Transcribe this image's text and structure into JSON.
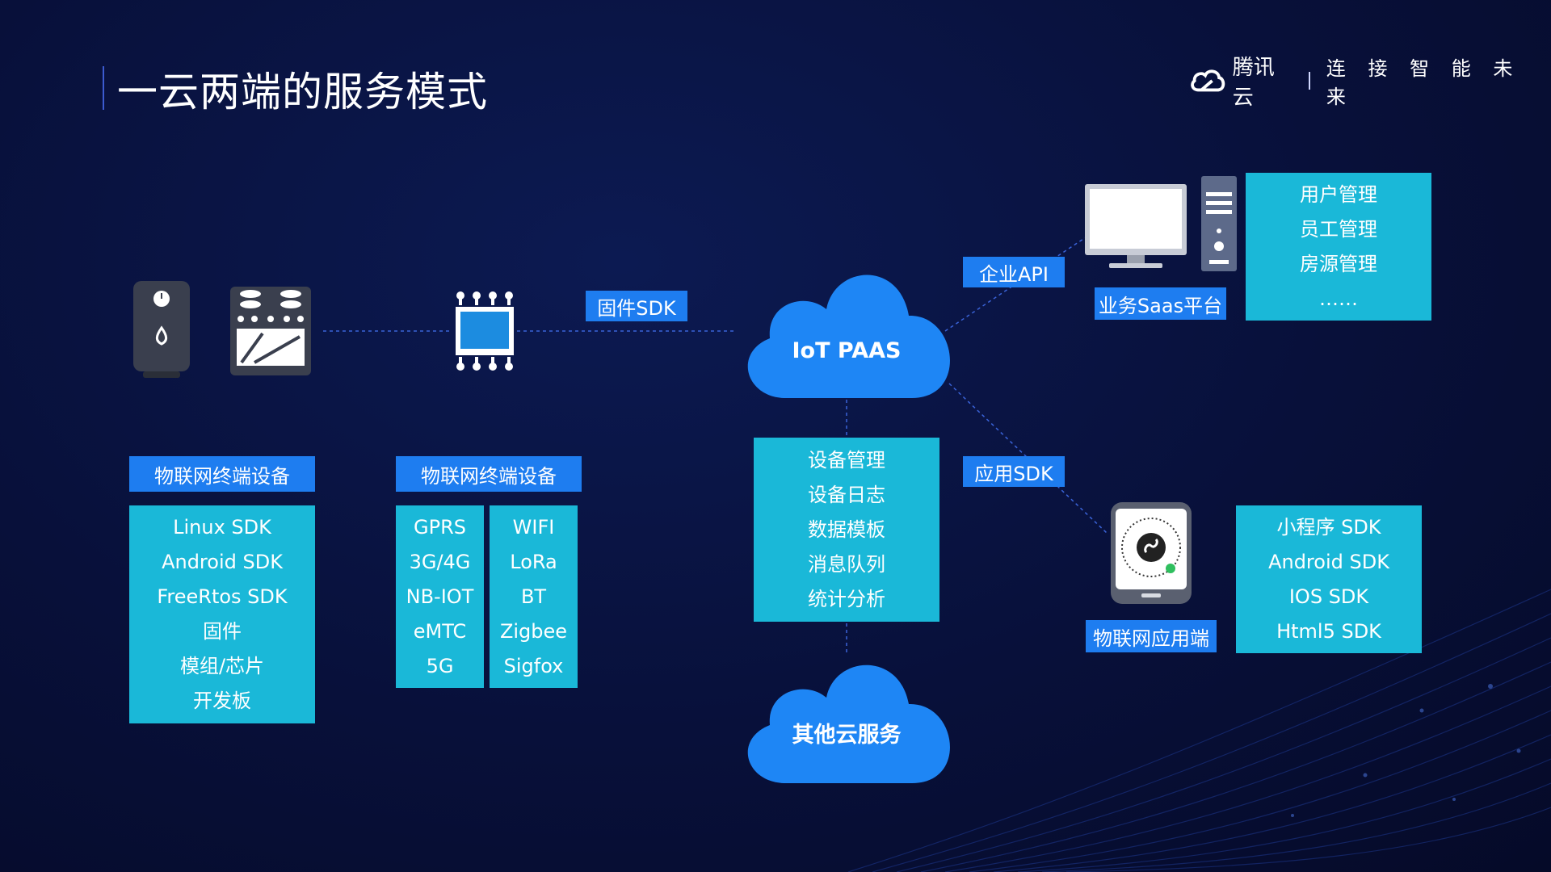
{
  "header": {
    "title": "一云两端的服务模式",
    "logo_text": "腾讯云",
    "slogan": "连 接 智 能 未 来"
  },
  "colors": {
    "label_bg": "#1e7df0",
    "panel_bg": "#1ab8d8",
    "cloud": "#1e86f5",
    "background": "#08103a"
  },
  "icons": [
    "water-heater-icon",
    "oven-icon",
    "chip-icon",
    "monitor-icon",
    "server-icon",
    "miniapp-phone-icon"
  ],
  "labels": {
    "firmware_sdk": "固件SDK",
    "enterprise_api": "企业API",
    "saas": "业务Saas平台",
    "app_sdk": "应用SDK",
    "iot_app": "物联网应用端",
    "device_title_1": "物联网终端设备",
    "device_title_2": "物联网终端设备"
  },
  "clouds": {
    "main": "IoT PAAS",
    "other": "其他云服务"
  },
  "panels": {
    "device_sdks": [
      "Linux SDK",
      "Android SDK",
      "FreeRtos  SDK",
      "固件",
      "模组/芯片",
      "开发板"
    ],
    "network_left": [
      "GPRS",
      "3G/4G",
      "NB-IOT",
      "eMTC",
      "5G"
    ],
    "network_right": [
      "WIFI",
      "LoRa",
      "BT",
      "Zigbee",
      "Sigfox"
    ],
    "platform_features": [
      "设备管理",
      "设备日志",
      "数据模板",
      "消息队列",
      "统计分析"
    ],
    "saas_features": [
      "用户管理",
      "员工管理",
      "房源管理",
      "……"
    ],
    "app_sdks": [
      "小程序 SDK",
      "Android SDK",
      "IOS SDK",
      "Html5  SDK"
    ]
  }
}
